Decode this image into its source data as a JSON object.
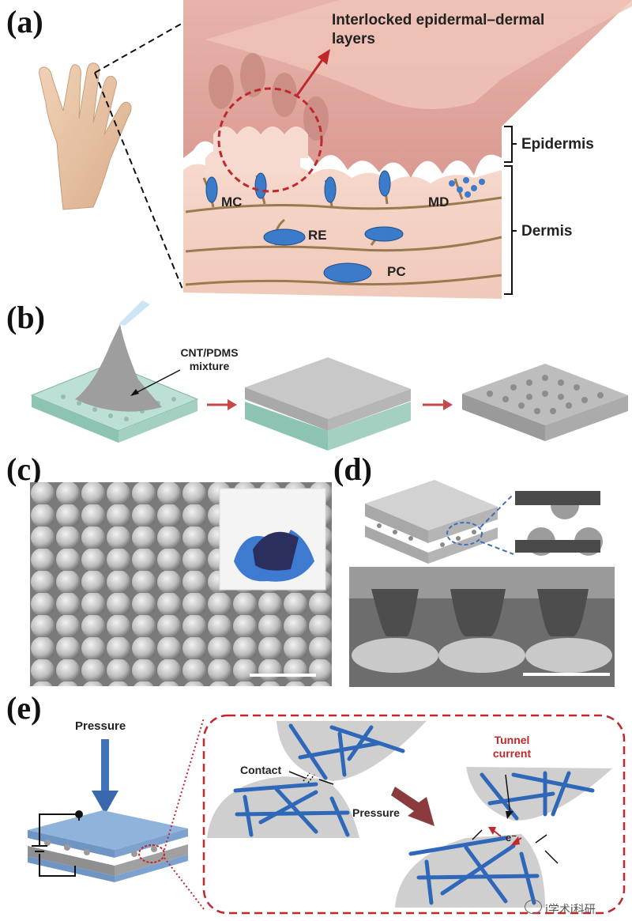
{
  "panels": {
    "a": "(a)",
    "b": "(b)",
    "c": "(c)",
    "d": "(d)",
    "e": "(e)"
  },
  "panel_a": {
    "callout": "Interlocked epidermal–dermal layers",
    "epidermis": "Epidermis",
    "dermis": "Dermis",
    "mc": "MC",
    "md": "MD",
    "re": "RE",
    "pc": "PC"
  },
  "panel_b": {
    "mixture": "CNT/PDMS mixture"
  },
  "panel_e": {
    "pressure_top": "Pressure",
    "contact": "Contact",
    "pressure_mid": "Pressure",
    "tunnel": "Tunnel current",
    "electron": "e⁻"
  },
  "watermark": "i学术i科研",
  "colors": {
    "skin": "#e8b8ae",
    "cnt_blue": "#3a78c0",
    "gray_substrate": "#bdbdbd",
    "dashed_red": "#c0282c",
    "arrow_red": "#c5484a"
  }
}
